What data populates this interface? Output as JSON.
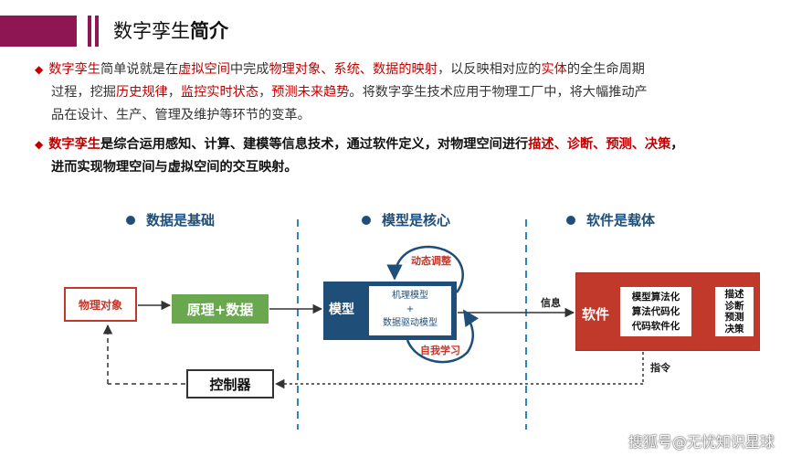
{
  "header": {
    "title_prefix": "数字孪生",
    "title_strong": "简介"
  },
  "paragraph1": {
    "bullet": "◆",
    "segments": [
      {
        "text": "数字孪生",
        "red": true
      },
      {
        "text": "简单说就是在",
        "red": false
      },
      {
        "text": "虚拟空间",
        "red": true
      },
      {
        "text": "中完成",
        "red": false
      },
      {
        "text": "物理对象、系统、数据的映射",
        "red": true
      },
      {
        "text": "，以反映相对应的",
        "red": false
      },
      {
        "text": "实体",
        "red": true
      },
      {
        "text": "的全生命周期",
        "red": false
      }
    ],
    "line2_segments": [
      {
        "text": "过程，挖掘",
        "red": false
      },
      {
        "text": "历史规律",
        "red": true
      },
      {
        "text": "，",
        "red": false
      },
      {
        "text": "监控实时状态",
        "red": true
      },
      {
        "text": "，",
        "red": false
      },
      {
        "text": "预测未来趋势",
        "red": true
      },
      {
        "text": "。将数字孪生技术应用于物理工厂中，将大幅推动产",
        "red": false
      }
    ],
    "line3": "品在设计、生产、管理及维护等环节的变革。"
  },
  "paragraph2": {
    "bullet": "◆",
    "segments": [
      {
        "text": "数字孪生",
        "red": true
      },
      {
        "text": "是综合运用感知、计算、建模等信息技术，通过软件定义，对物理空间进行",
        "red": false
      },
      {
        "text": "描述、诊断、预测、决策",
        "red": true
      },
      {
        "text": "，",
        "red": false
      }
    ],
    "line2": "进而实现物理空间与虚拟空间的交互映射。"
  },
  "diagram": {
    "col1_title": "数据是基础",
    "col2_title": "模型是核心",
    "col3_title": "软件是载体",
    "physical_object": "物理对象",
    "principle_data": "原理+数据",
    "model_label": "模型",
    "model_inner": [
      "机理模型",
      "+",
      "数据驱动模型"
    ],
    "dynamic_adjust": "动态调整",
    "self_learning": "自我学习",
    "info_label": "信息",
    "software_label": "软件",
    "software_inner": [
      "模型算法化",
      "算法代码化",
      "代码软件化"
    ],
    "outputs": [
      "描述",
      "诊断",
      "预测",
      "决策"
    ],
    "command_label": "指令",
    "controller": "控制器",
    "colors": {
      "accent": "#8e1652",
      "red": "#c0392b",
      "blue": "#1f4e79",
      "green": "#6aa84f",
      "dash": "#2e86c1"
    }
  },
  "watermark": "搜狐号@无忧知识星球"
}
